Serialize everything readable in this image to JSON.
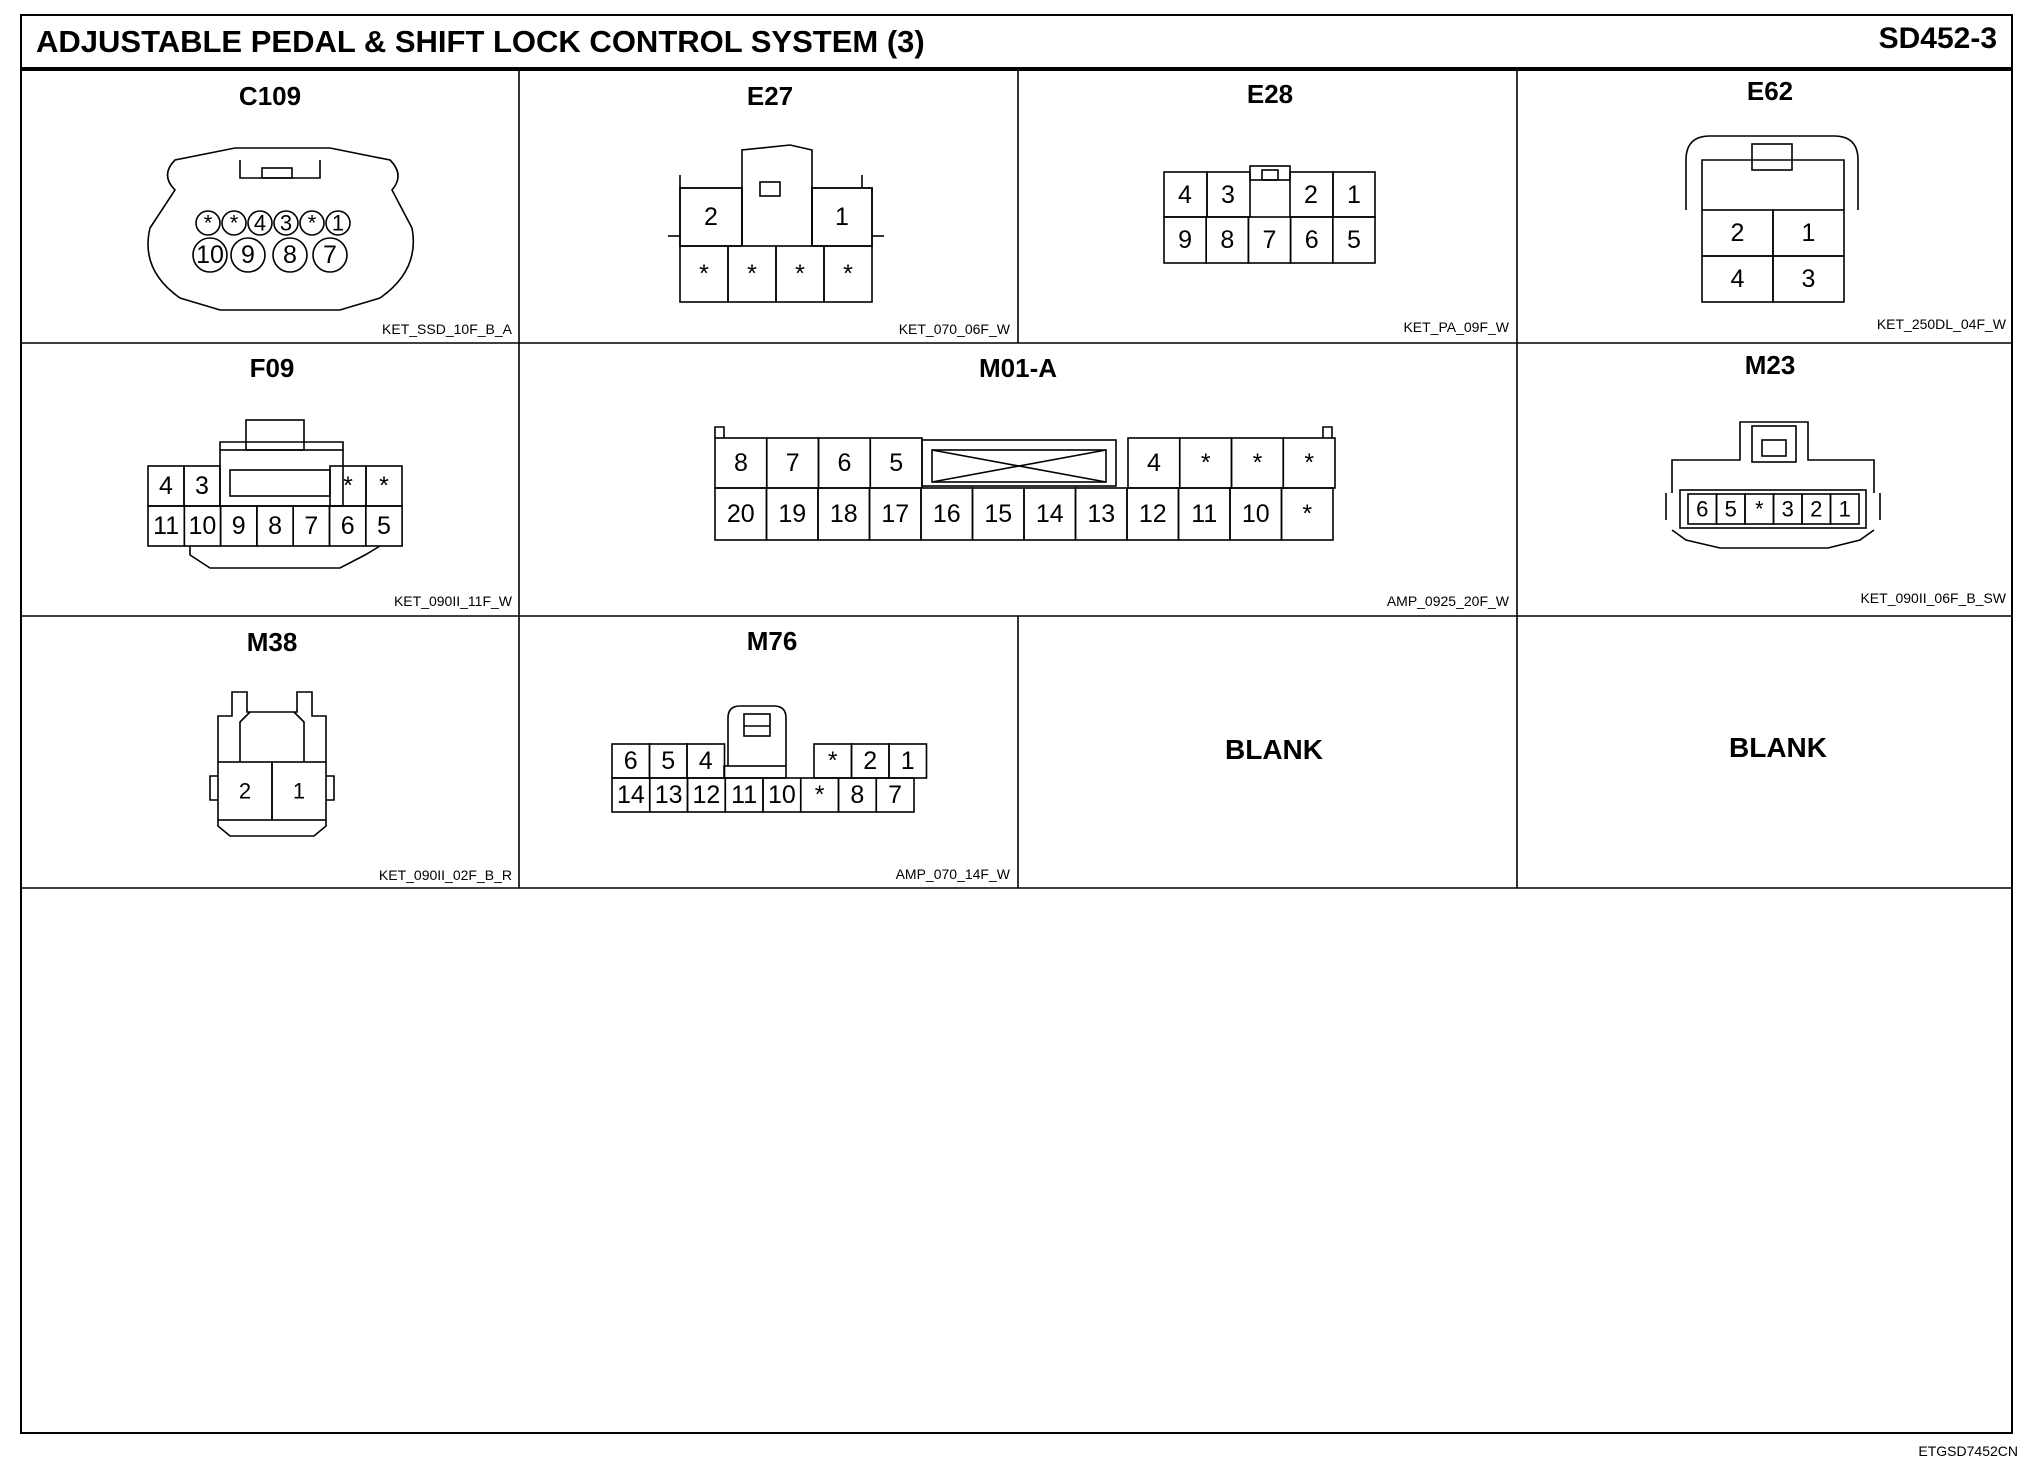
{
  "header": {
    "title": "ADJUSTABLE PEDAL & SHIFT LOCK CONTROL SYSTEM (3)",
    "page_id": "SD452-3"
  },
  "footer": {
    "code": "ETGSD7452CN"
  },
  "connectors": {
    "c109": {
      "name": "C109",
      "part": "KET_SSD_10F_B_A",
      "pins_top": [
        "*",
        "*",
        "4",
        "3",
        "*",
        "1"
      ],
      "pins_bottom": [
        "10",
        "9",
        "8",
        "7"
      ]
    },
    "e27": {
      "name": "E27",
      "part": "KET_070_06F_W",
      "pins_top": [
        "2",
        "1"
      ],
      "pins_bottom": [
        "*",
        "*",
        "*",
        "*"
      ]
    },
    "e28": {
      "name": "E28",
      "part": "KET_PA_09F_W",
      "pins_top": [
        "4",
        "3",
        "2",
        "1"
      ],
      "pins_bottom": [
        "9",
        "8",
        "7",
        "6",
        "5"
      ]
    },
    "e62": {
      "name": "E62",
      "part": "KET_250DL_04F_W",
      "pins_top": [
        "2",
        "1"
      ],
      "pins_bottom": [
        "4",
        "3"
      ]
    },
    "f09": {
      "name": "F09",
      "part": "KET_090II_11F_W",
      "pins_top": [
        "4",
        "3",
        "*",
        "*"
      ],
      "pins_bottom": [
        "11",
        "10",
        "9",
        "8",
        "7",
        "6",
        "5"
      ]
    },
    "m01a": {
      "name": "M01-A",
      "part": "AMP_0925_20F_W",
      "pins_top": [
        "8",
        "7",
        "6",
        "5",
        "4",
        "*",
        "*",
        "*"
      ],
      "pins_bottom": [
        "20",
        "19",
        "18",
        "17",
        "16",
        "15",
        "14",
        "13",
        "12",
        "11",
        "10",
        "*"
      ]
    },
    "m23": {
      "name": "M23",
      "part": "KET_090II_06F_B_SW",
      "pins": [
        "6",
        "5",
        "*",
        "3",
        "2",
        "1"
      ]
    },
    "m38": {
      "name": "M38",
      "part": "KET_090II_02F_B_R",
      "pins": [
        "2",
        "1"
      ]
    },
    "m76": {
      "name": "M76",
      "part": "AMP_070_14F_W",
      "pins_top_left": [
        "6",
        "5",
        "4"
      ],
      "pins_top_right": [
        "*",
        "2",
        "1"
      ],
      "pins_bottom": [
        "14",
        "13",
        "12",
        "11",
        "10",
        "*",
        "8",
        "7"
      ]
    }
  },
  "blank_cells": [
    "BLANK",
    "BLANK"
  ]
}
